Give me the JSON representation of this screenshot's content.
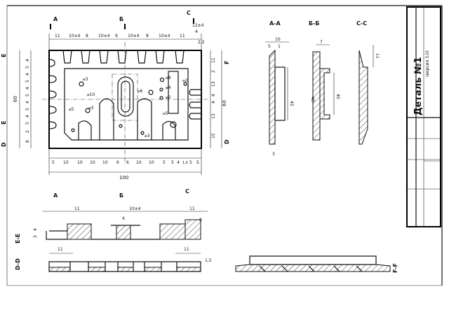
{
  "title_block": {
    "part_title": "Деталь №1",
    "version": "(версия 3.0)"
  },
  "section_marks": {
    "a": "А",
    "b": "Б",
    "c": "С",
    "e": "Е",
    "d": "D",
    "f": "F"
  },
  "section_labels": {
    "a_a": "А-А",
    "b_b": "Б-Б",
    "c_c": "С-С",
    "e_e": "Е-Е",
    "d_d": "D-D",
    "f_f": "F-F"
  },
  "top_dimensions": {
    "row1": [
      "11",
      "10±4",
      "8",
      "10±4",
      "9",
      "10±4",
      "8",
      "10±4",
      "11"
    ],
    "right": [
      "12±4",
      "4",
      "2,2"
    ]
  },
  "left_dimensions": {
    "total": "60",
    "chain": [
      "4",
      "5",
      "4",
      "5",
      "4",
      "5",
      "4",
      "5",
      "4",
      "5",
      "4",
      "5",
      "2",
      "8"
    ]
  },
  "right_dimensions": {
    "total": "60",
    "chain": [
      "11",
      "2",
      "13",
      "4",
      "4",
      "13",
      "15"
    ]
  },
  "bottom_dimensions": {
    "chain": [
      "5",
      "10",
      "10",
      "10",
      "10",
      "6",
      "6",
      "10",
      "10",
      "5",
      "5",
      "4",
      "1,5",
      "5",
      "5"
    ],
    "total": "100"
  },
  "holes": [
    "⌀3",
    "⌀10",
    "⌀6",
    "⌀2",
    "⌀8",
    "⌀4",
    "⌀5"
  ],
  "section_a_dims": [
    "10",
    "5",
    "1",
    "45",
    "3"
  ],
  "section_b_dims": [
    "7",
    "48",
    "40"
  ],
  "section_c_dims": [
    "11"
  ],
  "bottom_view_dims": {
    "left_width": "11",
    "center": "4",
    "center_tol": "10±4",
    "right_width": "11",
    "right_small": "8",
    "height_a": "3",
    "height_b": "4",
    "d_left": "11",
    "d_right": "11",
    "d_end": "1,5"
  }
}
